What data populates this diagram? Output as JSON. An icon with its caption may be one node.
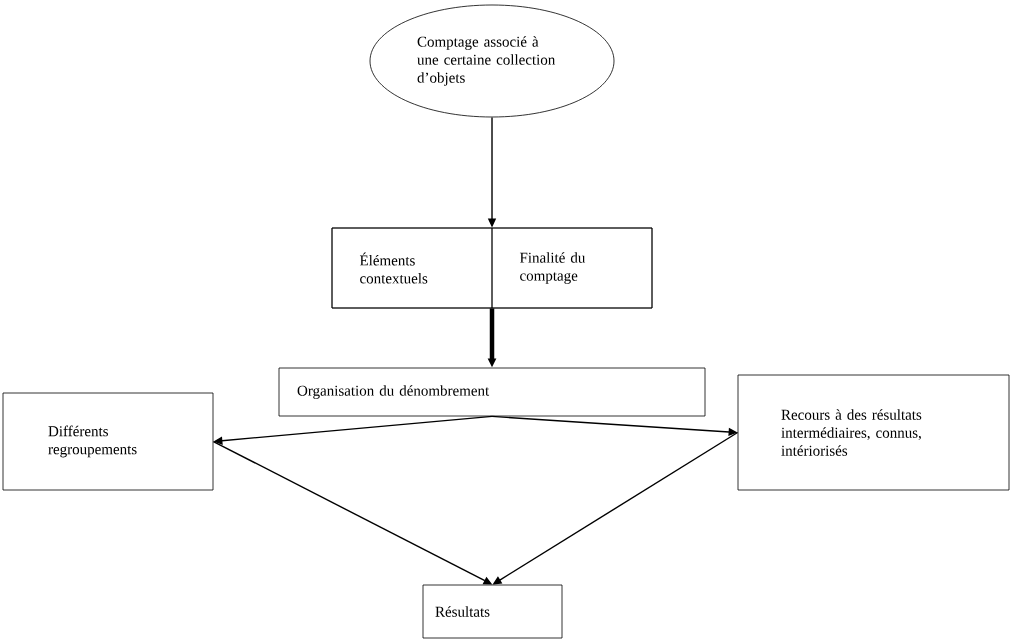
{
  "diagram": {
    "nodes": [
      {
        "text": [
          "Comptage associé à une certaine collection d’objets"
        ]
      },
      {
        "text": [],
        "shape": "box"
      },
      {
        "text": [
          "Éléments contextuels"
        ],
        "in": 1
      },
      {
        "text": [
          "Finalité du comptage"
        ],
        "in": 1
      },
      {
        "text": [
          "Organisation du dénombrement"
        ]
      },
      {
        "text": [
          "Différents regroupements"
        ]
      },
      {
        "text": [
          "Recours à des résultats intermédiaires, connus, intériorisés"
        ]
      },
      {
        "text": [
          "Résultats"
        ]
      }
    ],
    "edges": [
      {
        "from": 0,
        "to": 1,
        "arrow": "to"
      },
      {
        "from": 1,
        "to": 4,
        "arrow": "to",
        "style": "thick"
      },
      {
        "from": 4,
        "to": 5,
        "arrow": "to"
      },
      {
        "from": 4,
        "to": 6,
        "arrow": "to"
      },
      {
        "from": 5,
        "to": 7,
        "arrow": "to"
      },
      {
        "from": 6,
        "to": 7,
        "arrow": "to"
      }
    ]
  }
}
